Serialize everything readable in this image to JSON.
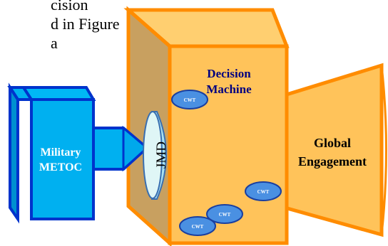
{
  "caption": {
    "line1": "cision",
    "line2": "d in Figure",
    "line3": "a"
  },
  "blocks": {
    "source": {
      "line1": "Military",
      "line2": "METOC"
    },
    "interface": "JMD",
    "machine": {
      "line1": "Decision",
      "line2": "Machine"
    },
    "output": {
      "line1": "Global",
      "line2": "Engagement"
    },
    "tool_label": "CWT"
  },
  "colors": {
    "blue_front": "#00b0f0",
    "blue_side": "#00a0e0",
    "blue_edge": "#0033cc",
    "orange_edge": "#ff8c00",
    "machine_front": "#ffc35a",
    "machine_top": "#ffcf70",
    "machine_side": "#c8a060",
    "cylinder_fill": "#dff6f6",
    "cwt_fill": "#4a90e2",
    "label_blue": "#000080",
    "label_white": "#ffffff"
  }
}
